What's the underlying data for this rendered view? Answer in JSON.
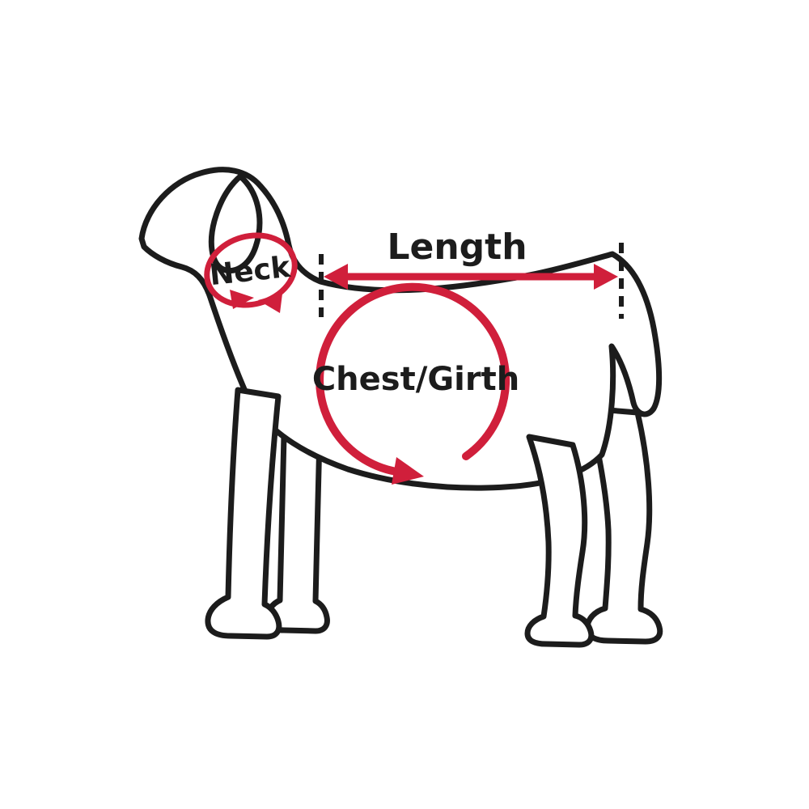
{
  "diagram": {
    "labels": {
      "neck": "Neck",
      "length": "Length",
      "chest_girth": "Chest/Girth"
    },
    "colors": {
      "accent_red": "#d01f3b",
      "line_black": "#1c1c1c",
      "background": "#ffffff"
    }
  }
}
